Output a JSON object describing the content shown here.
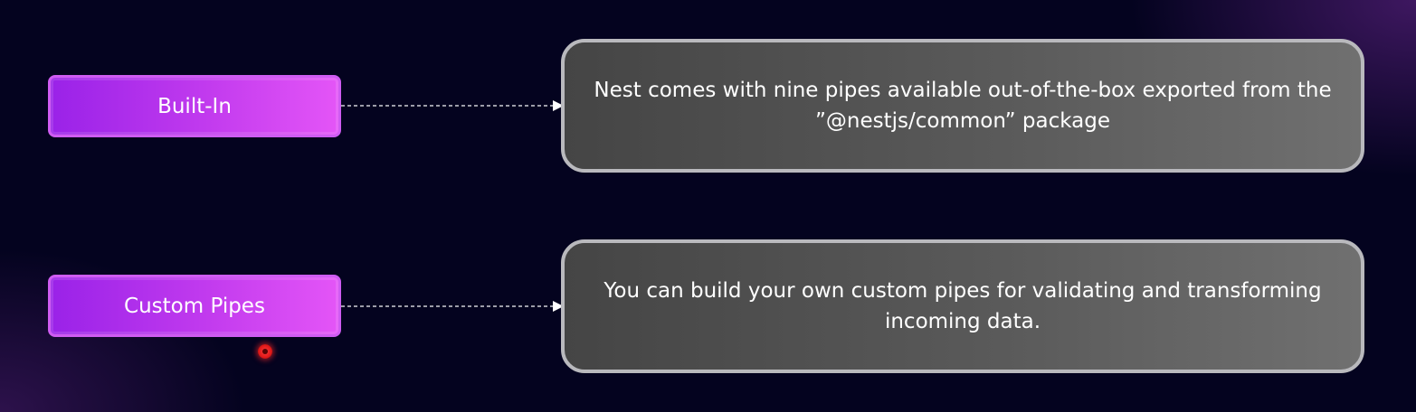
{
  "diagram": {
    "nodes": [
      {
        "label": "Built-In",
        "description": "Nest comes with nine pipes available out-of-the-box exported from the ”@nestjs/common” package"
      },
      {
        "label": "Custom Pipes",
        "description": "You can build your own custom pipes for validating and transforming incoming data."
      }
    ]
  },
  "colors": {
    "background": "#04031f",
    "label_fill": "#c23bee",
    "label_border": "#cf5cf2",
    "description_fill": "#5a5a5a",
    "description_border": "#b9b9bd",
    "connector": "#cfcfd6",
    "pointer": "#e01818"
  },
  "icons": {
    "pointer": "laser-pointer-icon",
    "arrowhead": "arrowhead-icon"
  }
}
